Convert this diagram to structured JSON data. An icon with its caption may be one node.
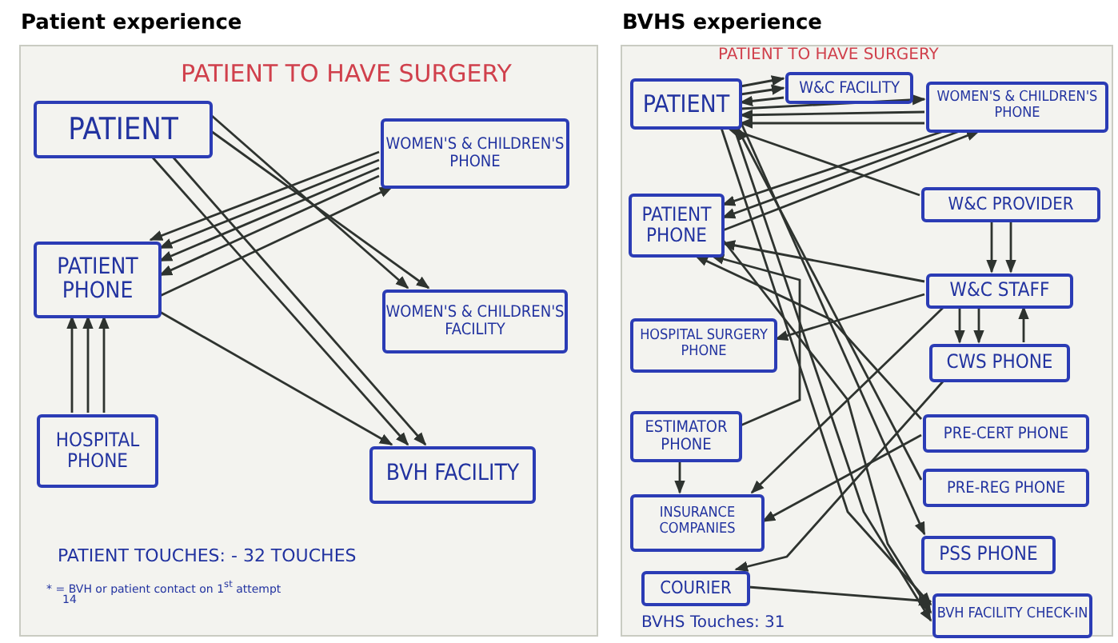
{
  "diagram": {
    "nodes": [
      {
        "text": [
          "Patient experience",
          "PATIENT TO HAVE SURGERY"
        ]
      },
      {
        "text": [
          "PATIENT"
        ],
        "in": 0
      },
      {
        "text": [
          "WOMEN'S & CHILDREN'S PHONE"
        ],
        "in": 0
      },
      {
        "text": [
          "PATIENT PHONE"
        ],
        "in": 0
      },
      {
        "text": [
          "WOMEN'S & CHILDREN'S FACILITY"
        ],
        "in": 0
      },
      {
        "text": [
          "HOSPITAL PHONE"
        ],
        "in": 0
      },
      {
        "text": [
          "BVH FACILITY"
        ],
        "in": 0
      },
      {
        "text": [
          "BVHS experience",
          "PATIENT TO HAVE SURGERY"
        ]
      },
      {
        "text": [
          "PATIENT"
        ],
        "in": 7
      },
      {
        "text": [
          "W&C FACILITY"
        ],
        "in": 7
      },
      {
        "text": [
          "WOMEN'S & CHILDREN'S PHONE"
        ],
        "in": 7
      },
      {
        "text": [
          "PATIENT PHONE"
        ],
        "in": 7
      },
      {
        "text": [
          "W&C PROVIDER"
        ],
        "in": 7
      },
      {
        "text": [
          "W&C STAFF"
        ],
        "in": 7
      },
      {
        "text": [
          "HOSPITAL SURGERY PHONE"
        ],
        "in": 7
      },
      {
        "text": [
          "CWS PHONE"
        ],
        "in": 7
      },
      {
        "text": [
          "ESTIMATOR PHONE"
        ],
        "in": 7
      },
      {
        "text": [
          "PRE-CERT PHONE"
        ],
        "in": 7
      },
      {
        "text": [
          "PRE-REG PHONE"
        ],
        "in": 7
      },
      {
        "text": [
          "INSURANCE COMPANIES"
        ],
        "in": 7
      },
      {
        "text": [
          "PSS PHONE"
        ],
        "in": 7
      },
      {
        "text": [
          "COURIER"
        ],
        "in": 7
      },
      {
        "text": [
          "BVH FACILITY CHECK-IN"
        ],
        "in": 7
      }
    ],
    "edges": [
      {
        "from": 1,
        "to": 4,
        "arrow": "to"
      },
      {
        "from": 1,
        "to": 4,
        "arrow": "to"
      },
      {
        "from": 1,
        "to": 6,
        "arrow": "to"
      },
      {
        "from": 1,
        "to": 6,
        "arrow": "to"
      },
      {
        "from": 2,
        "to": 3,
        "arrow": "to"
      },
      {
        "from": 2,
        "to": 3,
        "arrow": "to"
      },
      {
        "from": 2,
        "to": 3,
        "arrow": "to"
      },
      {
        "from": 2,
        "to": 3,
        "arrow": "to"
      },
      {
        "from": 3,
        "to": 2,
        "arrow": "to"
      },
      {
        "from": 3,
        "to": 6,
        "arrow": "to"
      },
      {
        "from": 5,
        "to": 3,
        "arrow": "to"
      },
      {
        "from": 5,
        "to": 3,
        "arrow": "to"
      },
      {
        "from": 5,
        "to": 3,
        "arrow": "to"
      },
      {
        "from": 8,
        "to": 9,
        "arrow": "to"
      },
      {
        "from": 8,
        "to": 9,
        "arrow": "to"
      },
      {
        "from": 9,
        "to": 8,
        "arrow": "to"
      },
      {
        "from": 8,
        "to": 10,
        "arrow": "to"
      },
      {
        "from": 10,
        "to": 8,
        "arrow": "to"
      },
      {
        "from": 10,
        "to": 8,
        "arrow": "to"
      },
      {
        "from": 10,
        "to": 11,
        "arrow": "to"
      },
      {
        "from": 10,
        "to": 11,
        "arrow": "to"
      },
      {
        "from": 11,
        "to": 10,
        "arrow": "to"
      },
      {
        "from": 12,
        "to": 8,
        "arrow": "to"
      },
      {
        "from": 12,
        "to": 13,
        "arrow": "to"
      },
      {
        "from": 12,
        "to": 13,
        "arrow": "to"
      },
      {
        "from": 13,
        "to": 15,
        "arrow": "to"
      },
      {
        "from": 13,
        "to": 15,
        "arrow": "to"
      },
      {
        "from": 15,
        "to": 13,
        "arrow": "to"
      },
      {
        "from": 13,
        "to": 11,
        "arrow": "to"
      },
      {
        "from": 13,
        "to": 14,
        "arrow": "to"
      },
      {
        "from": 16,
        "to": 19,
        "arrow": "to"
      },
      {
        "from": 16,
        "to": 11,
        "arrow": "to"
      },
      {
        "from": 17,
        "to": 19,
        "arrow": "to"
      },
      {
        "from": 17,
        "to": 11,
        "arrow": "to"
      },
      {
        "from": 15,
        "to": 21,
        "arrow": "to"
      },
      {
        "from": 13,
        "to": 19,
        "arrow": "to"
      },
      {
        "from": 8,
        "to": 22,
        "arrow": "to"
      },
      {
        "from": 8,
        "to": 22,
        "arrow": "to"
      },
      {
        "from": 11,
        "to": 22,
        "arrow": "to"
      },
      {
        "from": 18,
        "to": 8,
        "arrow": "to"
      },
      {
        "from": 8,
        "to": 20,
        "arrow": "to"
      },
      {
        "from": 21,
        "to": 22,
        "arrow": "to"
      }
    ],
    "labels": [
      "PATIENT TOUCHES: - 32 TOUCHES",
      "* = BVH or patient contact on 1$^{st}$ attempt",
      "14",
      "BVHS Touches: 31"
    ]
  }
}
